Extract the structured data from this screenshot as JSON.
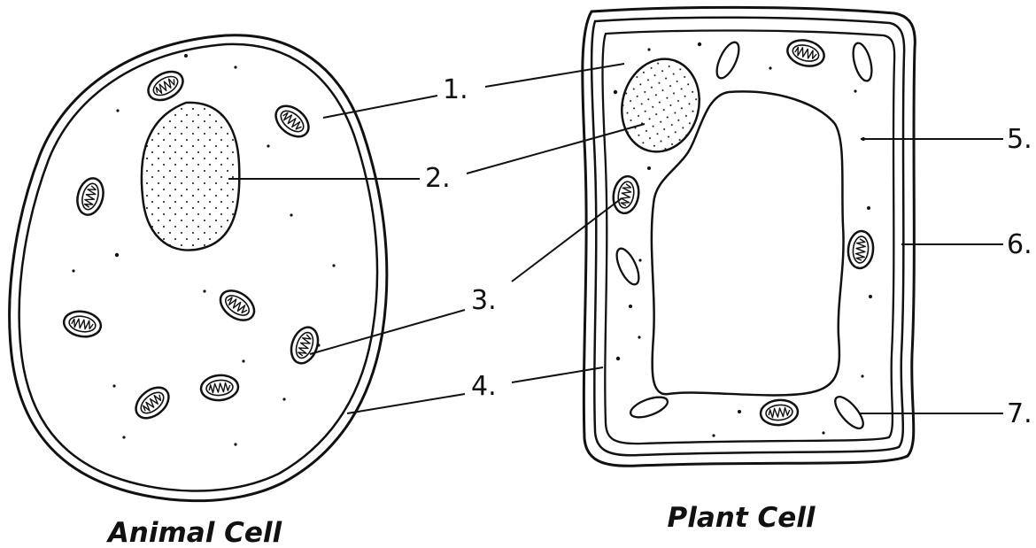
{
  "diagram": {
    "animal_cell": {
      "title": "Animal Cell"
    },
    "plant_cell": {
      "title": "Plant Cell"
    },
    "labels": [
      {
        "id": "label-1",
        "text": "1."
      },
      {
        "id": "label-2",
        "text": "2."
      },
      {
        "id": "label-3",
        "text": "3."
      },
      {
        "id": "label-4",
        "text": "4."
      },
      {
        "id": "label-5",
        "text": "5."
      },
      {
        "id": "label-6",
        "text": "6."
      },
      {
        "id": "label-7",
        "text": "7."
      }
    ],
    "colors": {
      "ink": "#111111",
      "nucleus_fill": "#ffffff",
      "background": "#ffffff"
    }
  }
}
